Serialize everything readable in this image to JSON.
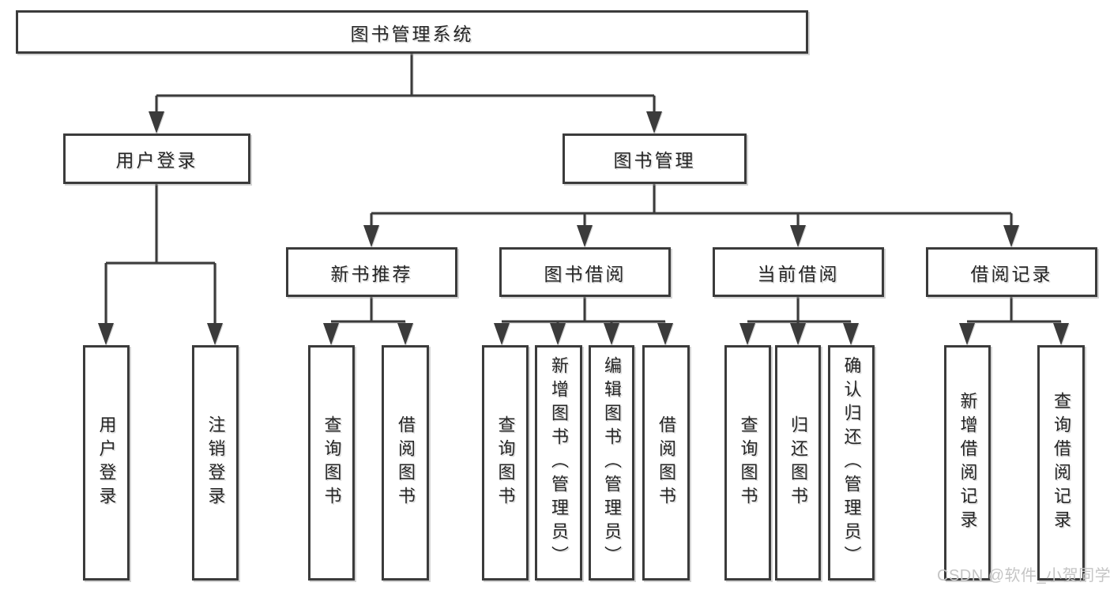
{
  "hierarchy": {
    "label": "图书管理系统",
    "children": [
      {
        "label": "用户登录",
        "children": [
          {
            "label": "用户登录"
          },
          {
            "label": "注销登录"
          }
        ]
      },
      {
        "label": "图书管理",
        "children": [
          {
            "label": "新书推荐",
            "children": [
              {
                "label": "查询图书"
              },
              {
                "label": "借阅图书"
              }
            ]
          },
          {
            "label": "图书借阅",
            "children": [
              {
                "label": "查询图书"
              },
              {
                "label": "新增图书（管理员）"
              },
              {
                "label": "编辑图书（管理员）"
              },
              {
                "label": "借阅图书"
              }
            ]
          },
          {
            "label": "当前借阅",
            "children": [
              {
                "label": "查询图书"
              },
              {
                "label": "归还图书"
              },
              {
                "label": "确认归还（管理员）"
              }
            ]
          },
          {
            "label": "借阅记录",
            "children": [
              {
                "label": "新增借阅记录"
              },
              {
                "label": "查询借阅记录"
              }
            ]
          }
        ]
      }
    ]
  },
  "watermark": {
    "text": "CSDN @软件_小贺同学"
  },
  "colors": {
    "line": "#3b3b3b",
    "text": "#262626",
    "watermark": "#c5c5c5",
    "background": "#ffffff"
  }
}
